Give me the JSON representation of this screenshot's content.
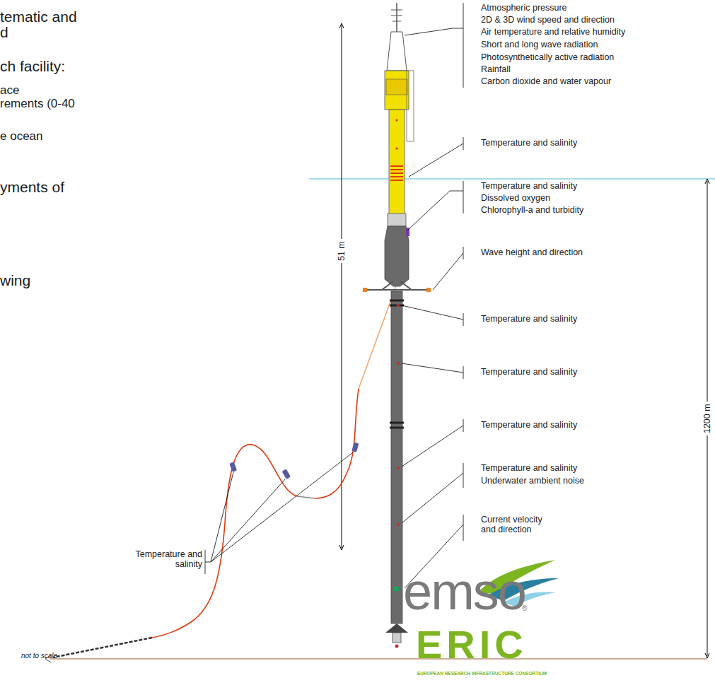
{
  "diagram": {
    "labels": [
      "tematic and",
      "d",
      "ch facility:",
      "ace",
      "rements (0-40",
      "e ocean",
      "yments of",
      "wing",
      "Atmospheric pressure",
      "2D & 3D wind speed and direction",
      "Air temperature and relative humidity",
      "Short and long wave radiation",
      "Photosynthetically active radiation",
      "Rainfall",
      "Carbon dioxide and water vapour",
      "Temperature and salinity",
      "Temperature and salinity",
      "Dissolved oxygen",
      "Chlorophyll-a and turbidity",
      "Wave height and direction",
      "Temperature and salinity",
      "Temperature and salinity",
      "Temperature and salinity",
      "Temperature and salinity",
      "Underwater ambient noise",
      "Current velocity and direction",
      "Temperature and salinity",
      "51 m",
      "1200 m",
      "emso",
      "®",
      "ERIC",
      "EUROPEAN RESEARCH INFRASTRUCTURE CONSORTIUM",
      "not to scale"
    ]
  }
}
